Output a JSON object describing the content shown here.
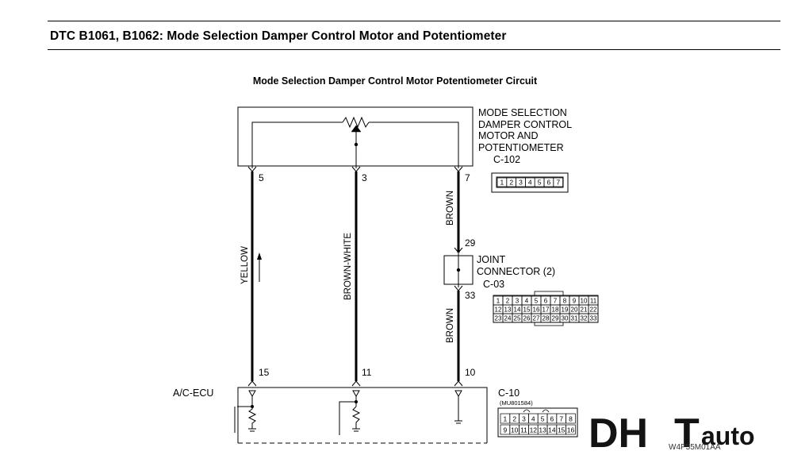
{
  "header": {
    "title": "DTC B1061, B1062: Mode Selection Damper Control Motor and Potentiometer"
  },
  "diagram": {
    "title": "Mode Selection Damper Control Motor Potentiometer Circuit",
    "motor": {
      "label_lines": [
        "MODE SELECTION",
        "DAMPER CONTROL",
        "MOTOR AND",
        "POTENTIOMETER"
      ],
      "connector": "C-102",
      "pins": [
        "5",
        "3",
        "7"
      ],
      "connector_cells": [
        "1",
        "2",
        "3",
        "4",
        "5",
        "6",
        "7"
      ]
    },
    "joint": {
      "label_lines": [
        "JOINT",
        "CONNECTOR (2)"
      ],
      "connector": "C-03",
      "pin_in": "29",
      "pin_out": "33",
      "row1": [
        "1",
        "2",
        "3",
        "4",
        "5",
        "6",
        "7",
        "8",
        "9",
        "10",
        "11"
      ],
      "row2": [
        "12",
        "13",
        "14",
        "15",
        "16",
        "17",
        "18",
        "19",
        "20",
        "21",
        "22"
      ],
      "row3": [
        "23",
        "24",
        "25",
        "26",
        "27",
        "28",
        "29",
        "30",
        "31",
        "32",
        "33"
      ]
    },
    "ecu": {
      "label": "A/C-ECU",
      "connector": "C-10",
      "part_no": "(MU801584)",
      "pins": [
        "15",
        "11",
        "10"
      ],
      "row1": [
        "1",
        "2",
        "3",
        "4",
        "5",
        "6",
        "7",
        "8"
      ],
      "row2": [
        "9",
        "10",
        "11",
        "12",
        "13",
        "14",
        "15",
        "16"
      ]
    },
    "wires": {
      "left": "YELLOW",
      "middle": "BROWN-WHITE",
      "right_upper": "BROWN",
      "right_lower": "BROWN"
    },
    "figure_code": "W4P55M01AA"
  },
  "watermark": {
    "text": "DHTauto"
  }
}
